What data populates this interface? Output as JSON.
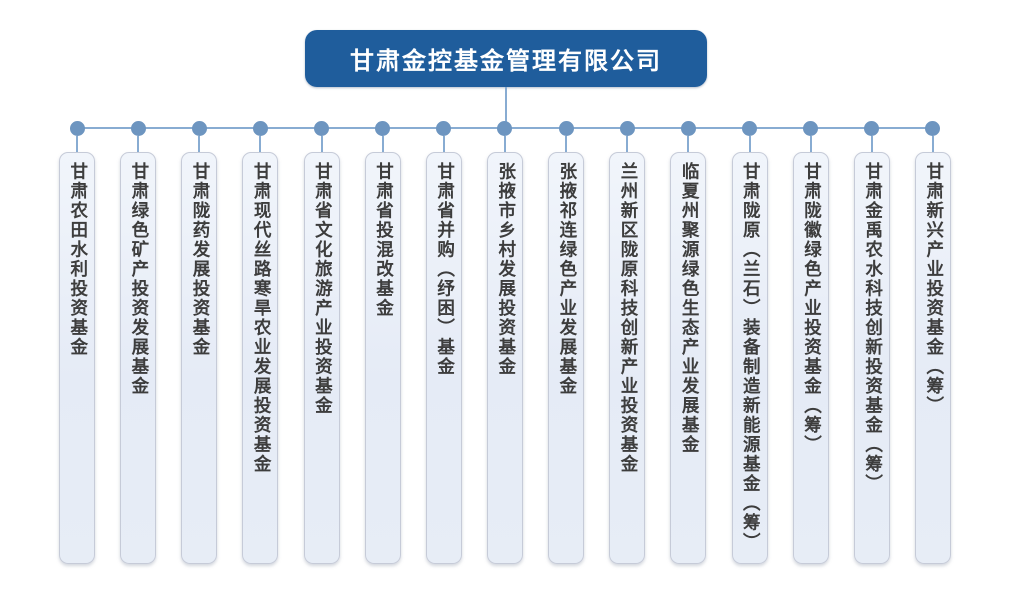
{
  "org_chart": {
    "root": {
      "label": "甘肃金控基金管理有限公司"
    },
    "funds": [
      {
        "label": "甘肃农田水利投资基金"
      },
      {
        "label": "甘肃绿色矿产投资发展基金"
      },
      {
        "label": "甘肃陇药发展投资基金"
      },
      {
        "label": "甘肃现代丝路寒旱农业发展投资基金"
      },
      {
        "label": "甘肃省文化旅游产业投资基金"
      },
      {
        "label": "甘肃省投混改基金"
      },
      {
        "label": "甘肃省并购（纾困）基金"
      },
      {
        "label": "张掖市乡村发展投资基金"
      },
      {
        "label": "张掖祁连绿色产业发展基金"
      },
      {
        "label": "兰州新区陇原科技创新产业投资基金"
      },
      {
        "label": "临夏州聚源绿色生态产业发展基金"
      },
      {
        "label": "甘肃陇原（兰石）装备制造新能源基金（筹）"
      },
      {
        "label": "甘肃陇徽绿色产业投资基金（筹）"
      },
      {
        "label": "甘肃金禹农水科技创新投资基金（筹）"
      },
      {
        "label": "甘肃新兴产业投资基金（筹）"
      }
    ],
    "colors": {
      "header_bg": "#1f5d9c",
      "header_text": "#ffffff",
      "connector_line": "#88acd2",
      "node_dot": "#6d95c0",
      "box_bg": "#e7edf6",
      "box_border": "#c6cbd8",
      "box_text": "#3d3d3d"
    }
  }
}
